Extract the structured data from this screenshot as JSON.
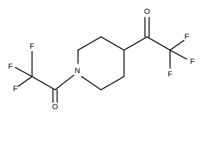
{
  "atoms": {
    "nitrogen": "N",
    "oxygen_left": "O",
    "oxygen_right": "O",
    "fluorine_left_1": "F",
    "fluorine_left_2": "F",
    "fluorine_left_3": "F",
    "fluorine_right_1": "F",
    "fluorine_right_2": "F",
    "fluorine_right_3": "F"
  }
}
